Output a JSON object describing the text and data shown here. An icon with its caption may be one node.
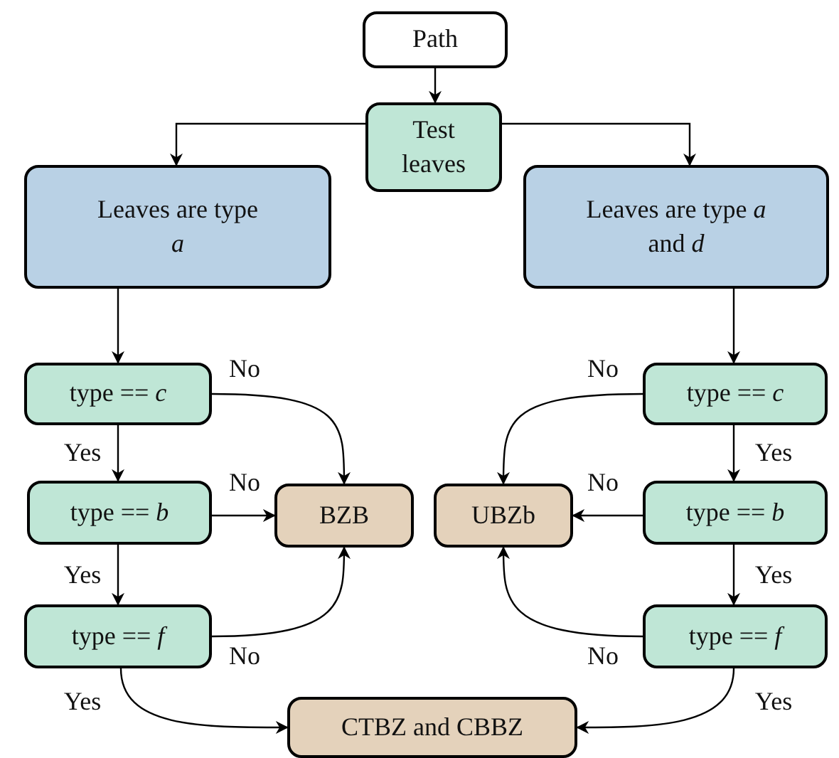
{
  "diagram": {
    "nodes": [
      {
        "text": [
          "Path"
        ]
      },
      {
        "text": [
          "Test leaves"
        ]
      },
      {
        "text": [
          "Leaves are type *a*"
        ]
      },
      {
        "text": [
          "Leaves are type *a* and *d*"
        ]
      },
      {
        "text": [
          "type == *c*"
        ]
      },
      {
        "text": [
          "type == *b*"
        ]
      },
      {
        "text": [
          "type == *f*"
        ]
      },
      {
        "text": [
          "BZB"
        ]
      },
      {
        "text": [
          "UBZb"
        ]
      },
      {
        "text": [
          "type == *c*"
        ]
      },
      {
        "text": [
          "type == *b*"
        ]
      },
      {
        "text": [
          "type == *f*"
        ]
      },
      {
        "text": [
          "CTBZ and CBBZ"
        ]
      }
    ],
    "edges": [
      {
        "from": 0,
        "to": 1,
        "arrow": "to"
      },
      {
        "from": 1,
        "to": 2,
        "arrow": "to"
      },
      {
        "from": 1,
        "to": 3,
        "arrow": "to"
      },
      {
        "from": 2,
        "to": 4,
        "arrow": "to"
      },
      {
        "from": 4,
        "to": 5,
        "arrow": "to",
        "label": "Yes"
      },
      {
        "from": 4,
        "to": 7,
        "arrow": "to",
        "label": "No"
      },
      {
        "from": 5,
        "to": 7,
        "arrow": "to",
        "label": "No"
      },
      {
        "from": 5,
        "to": 6,
        "arrow": "to",
        "label": "Yes"
      },
      {
        "from": 6,
        "to": 7,
        "arrow": "to",
        "label": "No"
      },
      {
        "from": 6,
        "to": 12,
        "arrow": "to",
        "label": "Yes"
      },
      {
        "from": 3,
        "to": 9,
        "arrow": "to"
      },
      {
        "from": 9,
        "to": 8,
        "arrow": "to",
        "label": "No"
      },
      {
        "from": 9,
        "to": 10,
        "arrow": "to",
        "label": "Yes"
      },
      {
        "from": 10,
        "to": 8,
        "arrow": "to",
        "label": "No"
      },
      {
        "from": 10,
        "to": 11,
        "arrow": "to",
        "label": "Yes"
      },
      {
        "from": 11,
        "to": 8,
        "arrow": "to",
        "label": "No"
      },
      {
        "from": 11,
        "to": 12,
        "arrow": "to",
        "label": "Yes"
      }
    ]
  }
}
